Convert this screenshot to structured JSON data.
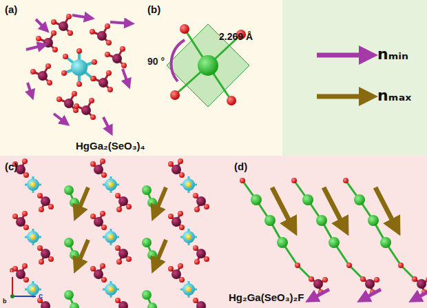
{
  "diagram": {
    "labels": [
      "(a)",
      "(b)",
      "90 °",
      "2.269 Å",
      "HgGa₂(SeO₃)₄",
      "(c)",
      "(d)",
      "Hg₂Ga(SeO₃)₂F",
      "a",
      "b",
      "c"
    ],
    "legend": [
      {
        "text": "nₘᵢₙ"
      },
      {
        "text": "nₘₐₓ"
      }
    ]
  }
}
